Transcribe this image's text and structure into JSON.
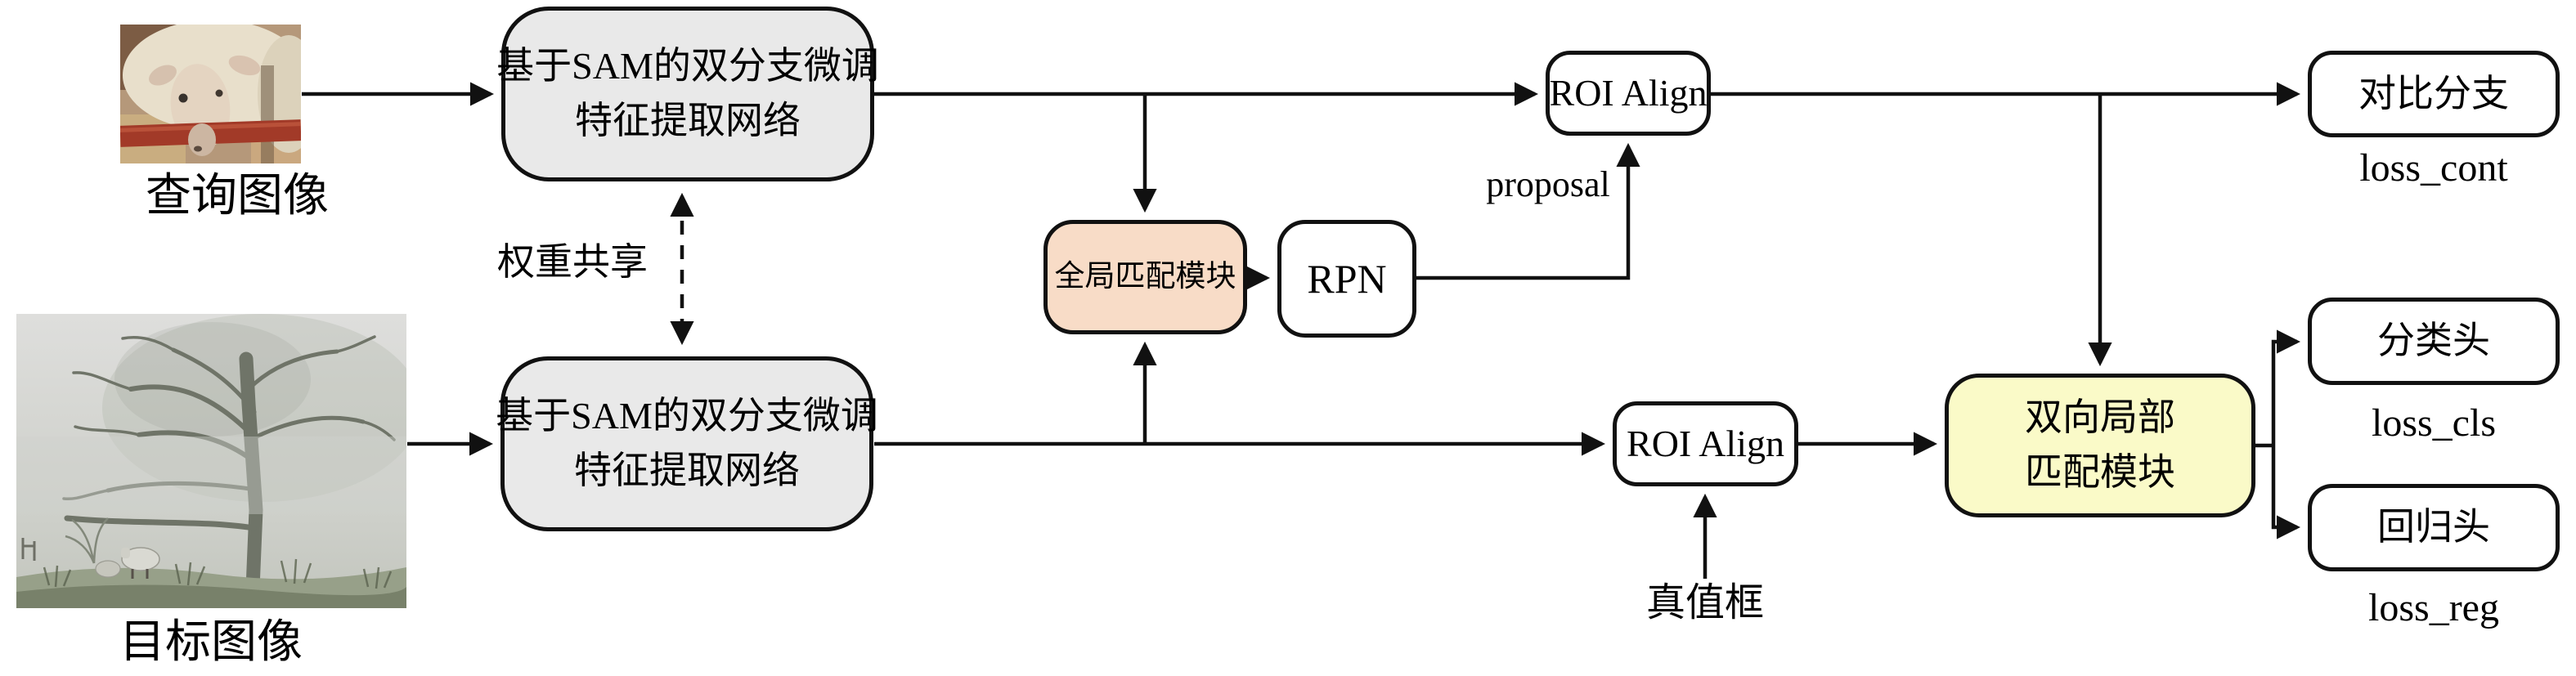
{
  "diagram": {
    "inputs": {
      "query_image_label": "查询图像",
      "target_image_label": "目标图像"
    },
    "nodes": {
      "backbone_query": {
        "line1": "基于SAM的双分支微调",
        "line2": "特征提取网络"
      },
      "backbone_target": {
        "line1": "基于SAM的双分支微调",
        "line2": "特征提取网络"
      },
      "global_matching": {
        "label": "全局匹配模块"
      },
      "rpn": {
        "label": "RPN"
      },
      "roi_align_query": {
        "label": "ROI Align"
      },
      "roi_align_target": {
        "label": "ROI Align"
      },
      "contrast_branch": {
        "label": "对比分支"
      },
      "bidirectional_local_matching": {
        "line1": "双向局部",
        "line2": "匹配模块"
      },
      "classification_head": {
        "label": "分类头"
      },
      "regression_head": {
        "label": "回归头"
      }
    },
    "annotations": {
      "weight_sharing": "权重共享",
      "proposal": "proposal",
      "ground_truth_box": "真值框",
      "loss_contrast": "loss_cont",
      "loss_classification": "loss_cls",
      "loss_regression": "loss_reg"
    },
    "colors": {
      "box_gray": "#e9e9e9",
      "box_pink": "#f8dcc7",
      "box_yellow": "#fafac8",
      "box_white": "#ffffff",
      "border": "#111111",
      "line": "#111111",
      "text": "#000000"
    }
  }
}
